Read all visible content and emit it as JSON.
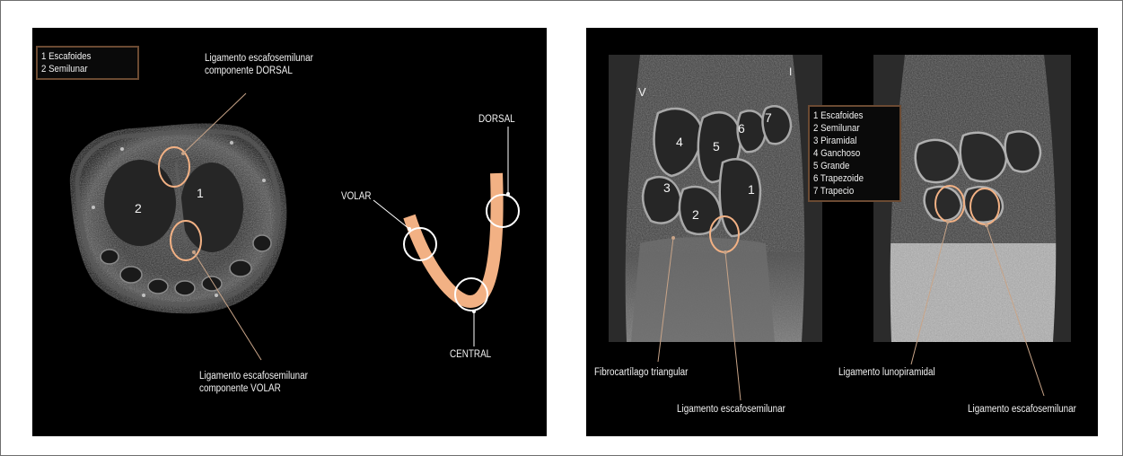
{
  "left_panel": {
    "legend": [
      "1 Escafoides",
      "2 Semilunar"
    ],
    "labels": {
      "dorsal_component": [
        "Ligamento escafosemilunar",
        "componente DORSAL"
      ],
      "volar_component": [
        "Ligamento escafosemilunar",
        "componente VOLAR"
      ],
      "volar": "VOLAR",
      "dorsal": "DORSAL",
      "central": "CENTRAL"
    },
    "bone_numbers": {
      "scaphoid": "1",
      "lunate": "2"
    }
  },
  "right_panel": {
    "legend": [
      "1 Escafoides",
      "2 Semilunar",
      "3 Piramidal",
      "4 Ganchoso",
      "5 Grande",
      "6 Trapezoide",
      "7 Trapecio"
    ],
    "labels": {
      "tfcc": "Fibrocartílago triangular",
      "sl_ligament_center": "Ligamento escafosemilunar",
      "lt_ligament": "Ligamento lunopiramidal",
      "sl_ligament_right": "Ligamento escafosemilunar"
    },
    "markers": {
      "v": "V",
      "i": "I"
    },
    "bone_numbers": [
      "1",
      "2",
      "3",
      "4",
      "5",
      "6",
      "7"
    ]
  },
  "colors": {
    "highlight": "#f2b184",
    "leader_line": "#c8a488",
    "background": "#000000"
  }
}
